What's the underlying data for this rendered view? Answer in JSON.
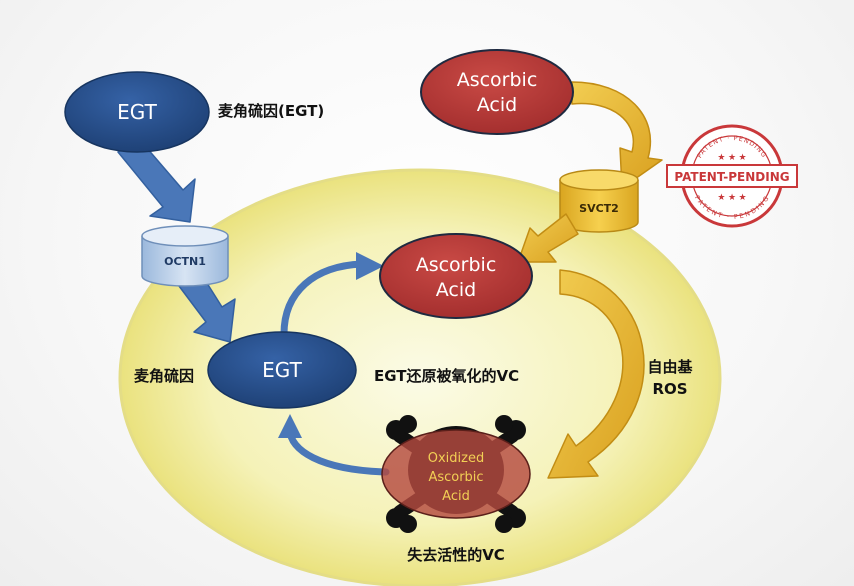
{
  "nodes": {
    "egt_top": "EGT",
    "egt_top_caption": "麦角硫因(EGT)",
    "ascorbic_top_line1": "Ascorbic",
    "ascorbic_top_line2": "Acid",
    "octn1": "OCTN1",
    "svct2": "SVCT2",
    "ascorbic_mid_line1": "Ascorbic",
    "ascorbic_mid_line2": "Acid",
    "egt_mid": "EGT",
    "egt_mid_caption": "麦角硫因",
    "egt_reduce_caption": "EGT还原被氧化的VC",
    "free_radical_line1": "自由基",
    "free_radical_line2": "ROS",
    "oxidized_line1": "Oxidized",
    "oxidized_line2": "Ascorbic",
    "oxidized_line3": "Acid",
    "inactive_caption": "失去活性的VC"
  },
  "stamp": {
    "main": "PATENT-PENDING",
    "arc_top": "PATENT · PENDING",
    "arc_bottom": "PATENT · PENDING"
  },
  "colors": {
    "egt_blue": "#234c86",
    "arrow_blue": "#4a77b8",
    "acid_red": "#b63a3a",
    "arrow_gold": "#e6b436",
    "cell_fill": "#f4f2b4",
    "stamp_red": "#c9383a"
  }
}
